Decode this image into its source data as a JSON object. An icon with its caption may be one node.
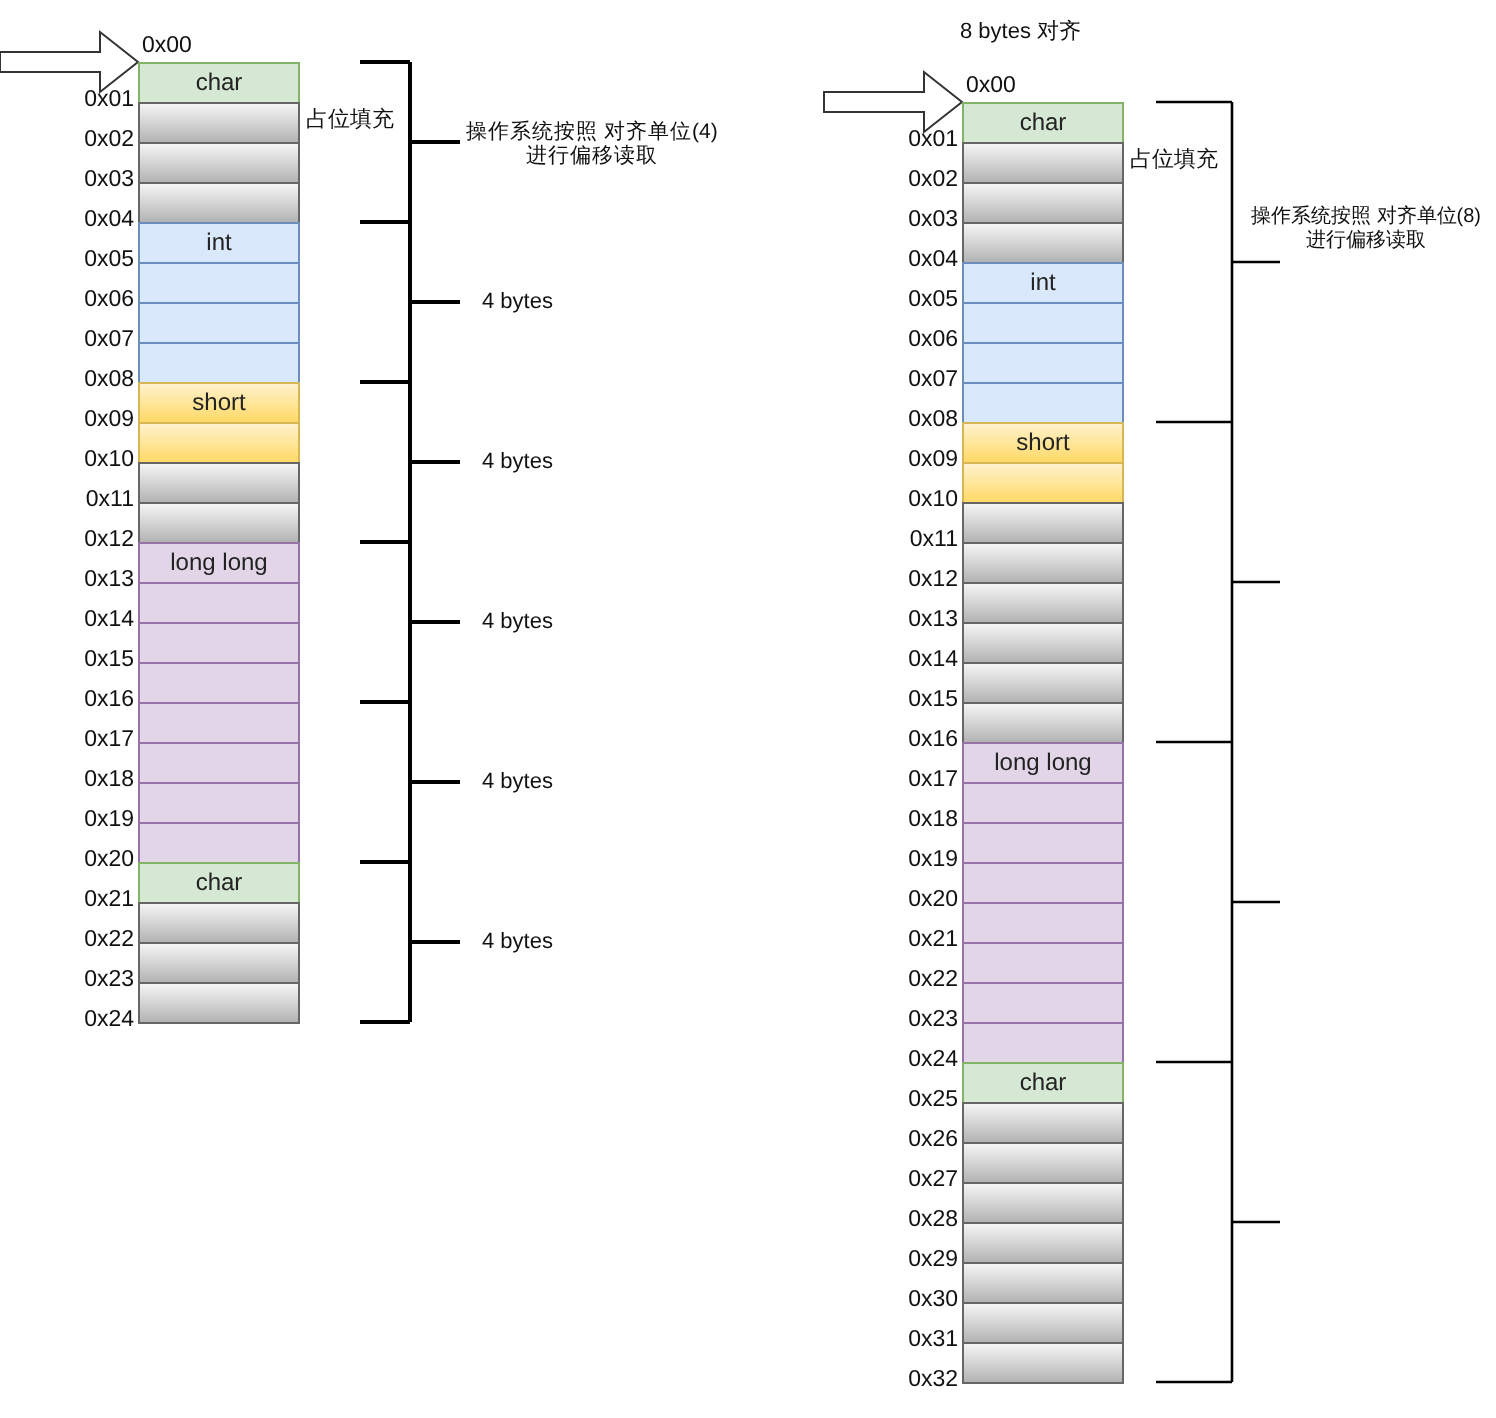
{
  "diagram": {
    "nodes": [
      {
        "text": [
          "char"
        ]
      },
      {
        "text": [],
        "shape": "box"
      },
      {
        "text": [
          "int"
        ]
      },
      {
        "text": [
          "short"
        ]
      },
      {
        "text": [],
        "shape": "box"
      },
      {
        "text": [
          "long long"
        ]
      },
      {
        "text": [
          "char"
        ]
      },
      {
        "text": [],
        "shape": "box"
      },
      {
        "text": [
          "char"
        ]
      },
      {
        "text": [],
        "shape": "box"
      },
      {
        "text": [
          "int"
        ]
      },
      {
        "text": [
          "short"
        ]
      },
      {
        "text": [],
        "shape": "box"
      },
      {
        "text": [
          "long long"
        ]
      },
      {
        "text": [
          "char"
        ]
      },
      {
        "text": [],
        "shape": "box"
      }
    ],
    "edges": [
      {
        "from": null,
        "to": 0,
        "arrow": "to"
      },
      {
        "from": null,
        "to": 8,
        "arrow": "to"
      }
    ],
    "labels": [
      "0x00",
      "0x01",
      "0x02",
      "0x03",
      "0x04",
      "0x05",
      "0x06",
      "0x07",
      "0x08",
      "0x09",
      "0x10",
      "0x11",
      "0x12",
      "0x13",
      "0x14",
      "0x15",
      "0x16",
      "0x17",
      "0x18",
      "0x19",
      "0x20",
      "0x21",
      "0x22",
      "0x23",
      "0x24",
      "0x00",
      "0x01",
      "0x02",
      "0x03",
      "0x04",
      "0x05",
      "0x06",
      "0x07",
      "0x08",
      "0x09",
      "0x10",
      "0x11",
      "0x12",
      "0x13",
      "0x14",
      "0x15",
      "0x16",
      "0x17",
      "0x18",
      "0x19",
      "0x20",
      "0x21",
      "0x22",
      "0x23",
      "0x24",
      "0x25",
      "0x26",
      "0x27",
      "0x28",
      "0x29",
      "0x30",
      "0x31",
      "0x32",
      "占位填充",
      "操作系统按照 对齐单位(4) 进行偏移读取",
      "4 bytes",
      "4 bytes",
      "4 bytes",
      "4 bytes",
      "4 bytes",
      "8 bytes 对齐",
      "占位填充",
      "操作系统按照 对齐单位(8) 进行偏移读取"
    ]
  }
}
